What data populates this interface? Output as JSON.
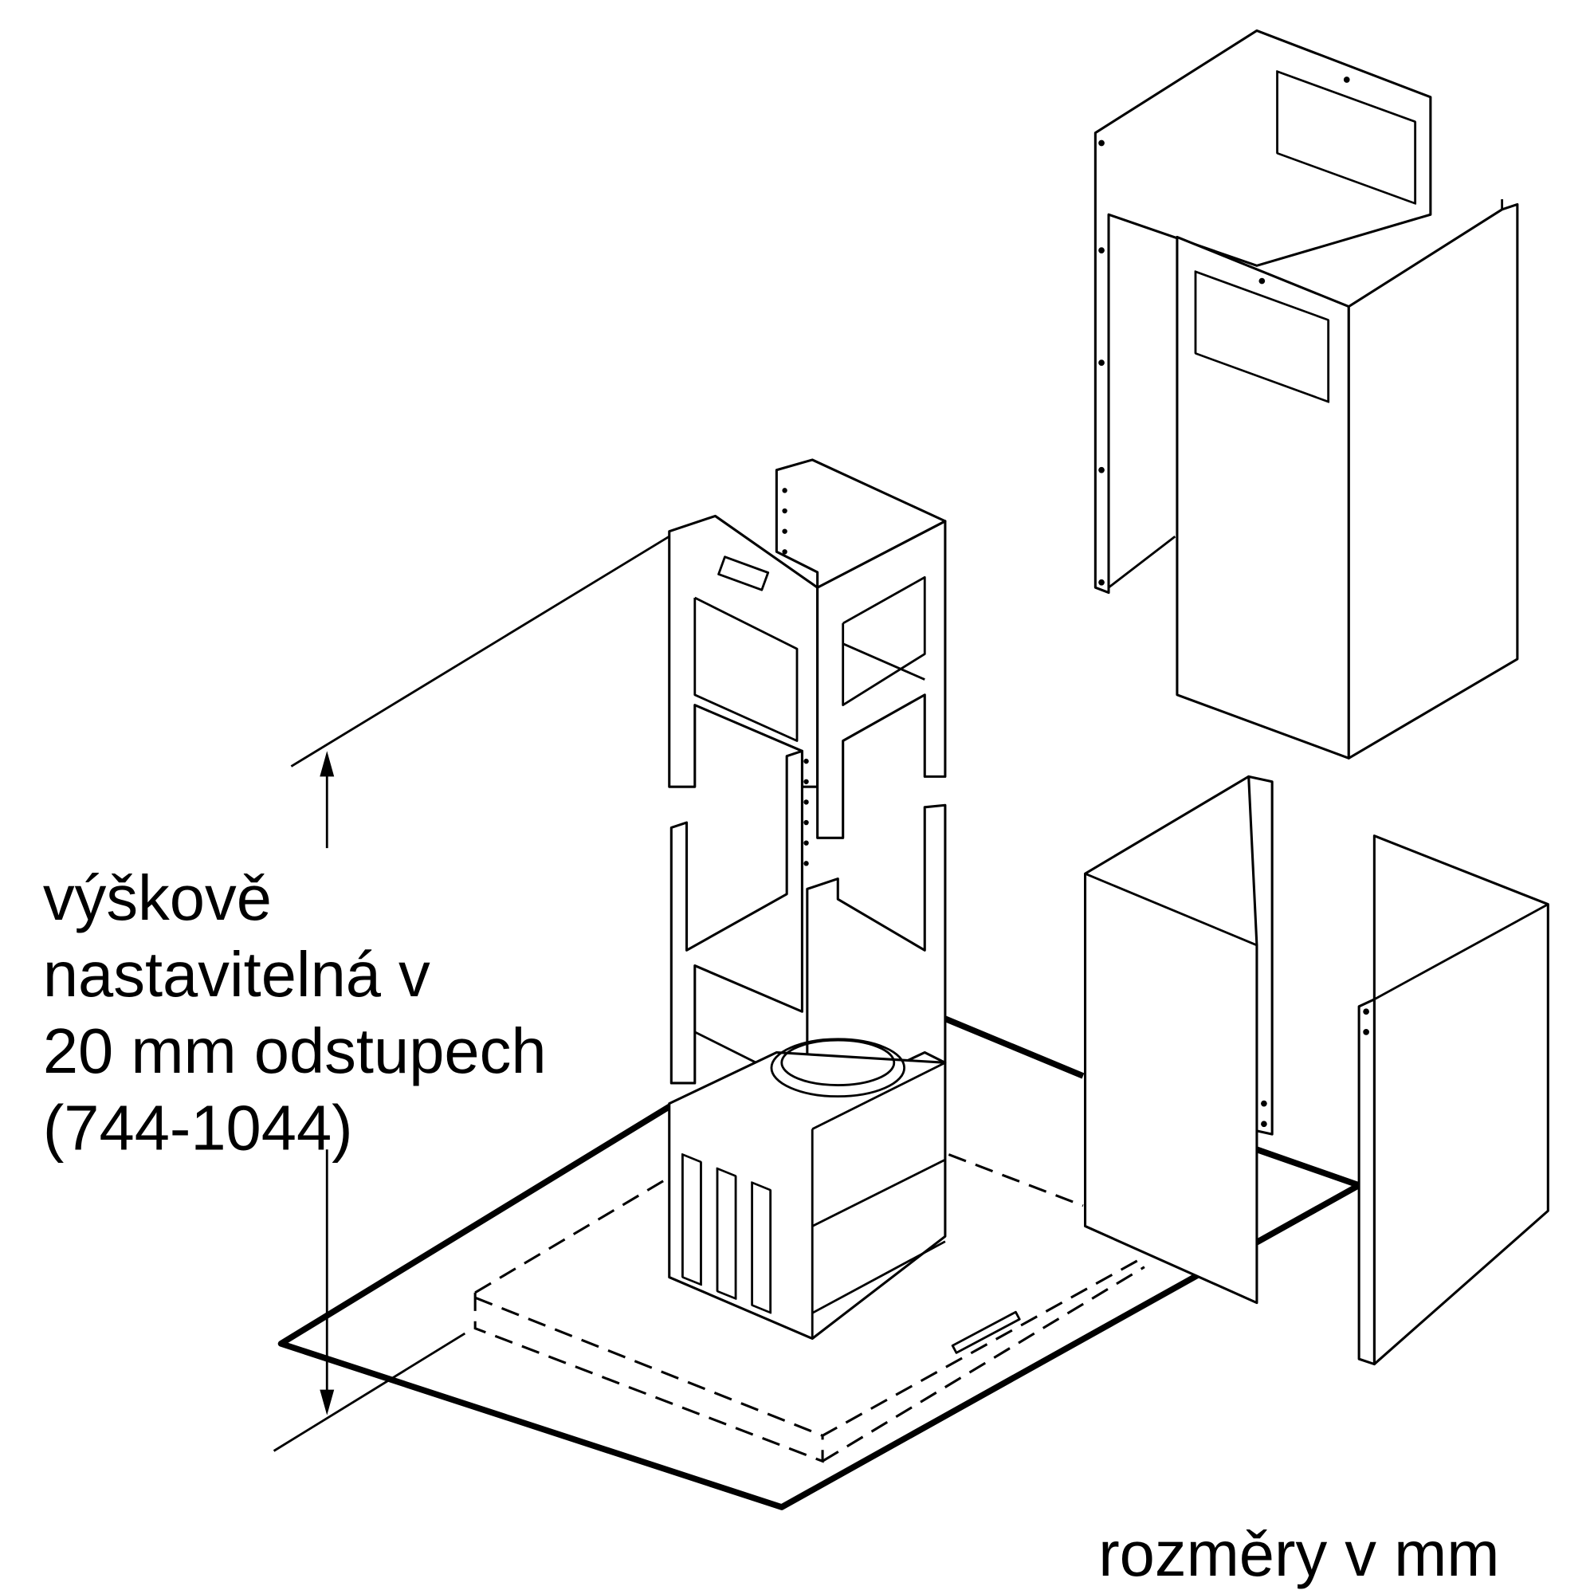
{
  "label": {
    "line1": "výškově",
    "line2": "nastavitelná v",
    "line3": "20 mm odstupech",
    "line4": "(744-1044)"
  },
  "units_note": "rozměry v mm",
  "colors": {
    "line": "#000000",
    "background": "#ffffff"
  }
}
